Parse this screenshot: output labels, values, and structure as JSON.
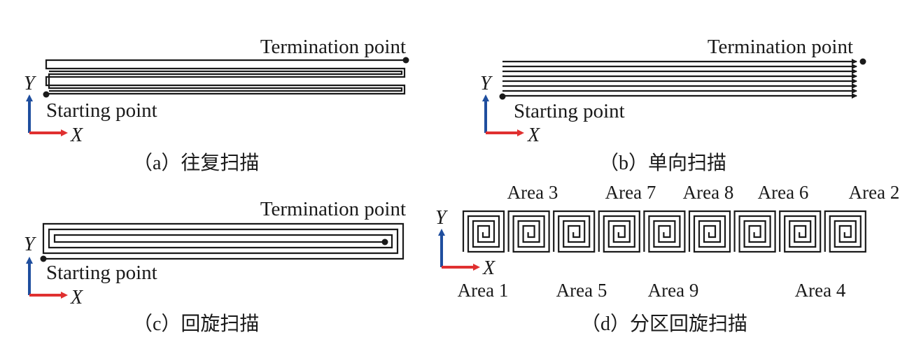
{
  "colors": {
    "y_axis": "#1f4e9e",
    "x_axis": "#e03030",
    "line": "#1a1a1a"
  },
  "panels": {
    "a": {
      "termination": "Termination point",
      "starting": "Starting point",
      "x_axis": "X",
      "y_axis": "Y",
      "caption": "（a）往复扫描"
    },
    "b": {
      "termination": "Termination point",
      "starting": "Starting point",
      "x_axis": "X",
      "y_axis": "Y",
      "caption": "（b）单向扫描"
    },
    "c": {
      "termination": "Termination point",
      "starting": "Starting point",
      "x_axis": "X",
      "y_axis": "Y",
      "caption": "（c）回旋扫描"
    },
    "d": {
      "x_axis": "X",
      "y_axis": "Y",
      "caption": "（d）分区回旋扫描",
      "areas_top": [
        "Area 3",
        "Area 7",
        "Area 8",
        "Area 6",
        "Area 2"
      ],
      "areas_bottom": [
        "Area 1",
        "Area 5",
        "Area 9",
        "Area 4"
      ]
    }
  }
}
